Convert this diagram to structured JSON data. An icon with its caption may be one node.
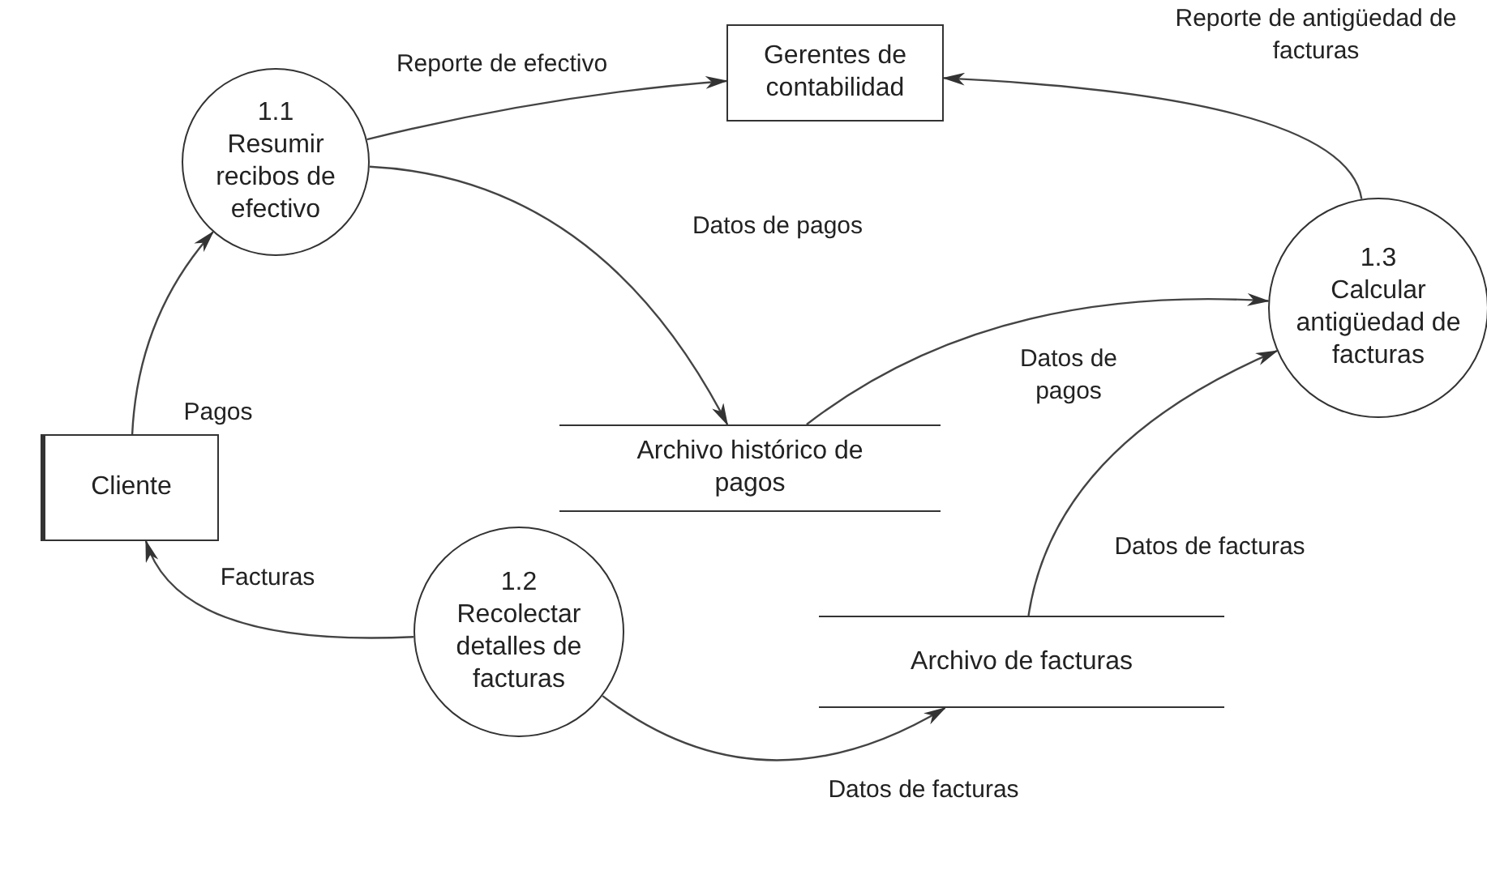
{
  "diagram": {
    "nodes": [
      {
        "text": [
          "1.1",
          "Resumir recibos de efectivo"
        ]
      },
      {
        "text": [
          "Gerentes de contabilidad"
        ]
      },
      {
        "text": [
          "Archivo histórico de pagos"
        ]
      },
      {
        "text": [
          "1.3",
          "Calcular antigüedad de facturas"
        ]
      },
      {
        "text": [
          "Cliente"
        ]
      },
      {
        "text": [
          "1.2",
          "Recolectar detalles de facturas"
        ]
      },
      {
        "text": [
          "Archivo de facturas"
        ]
      }
    ],
    "edges": [
      {
        "from": 0,
        "to": 1,
        "arrow": "to",
        "label": "Reporte de efectivo"
      },
      {
        "from": 3,
        "to": 1,
        "arrow": "to",
        "label": "Reporte de antigüedad de facturas"
      },
      {
        "from": 0,
        "to": 2,
        "arrow": "to",
        "label": "Datos de pagos"
      },
      {
        "from": 2,
        "to": 3,
        "arrow": "to",
        "label": "Datos de pagos"
      },
      {
        "from": 4,
        "to": 0,
        "arrow": "to",
        "label": "Pagos"
      },
      {
        "from": 5,
        "to": 4,
        "arrow": "to",
        "label": "Facturas"
      },
      {
        "from": 5,
        "to": 6,
        "arrow": "to",
        "label": "Datos de facturas"
      },
      {
        "from": 6,
        "to": 3,
        "arrow": "to",
        "label": "Datos de facturas"
      }
    ]
  }
}
